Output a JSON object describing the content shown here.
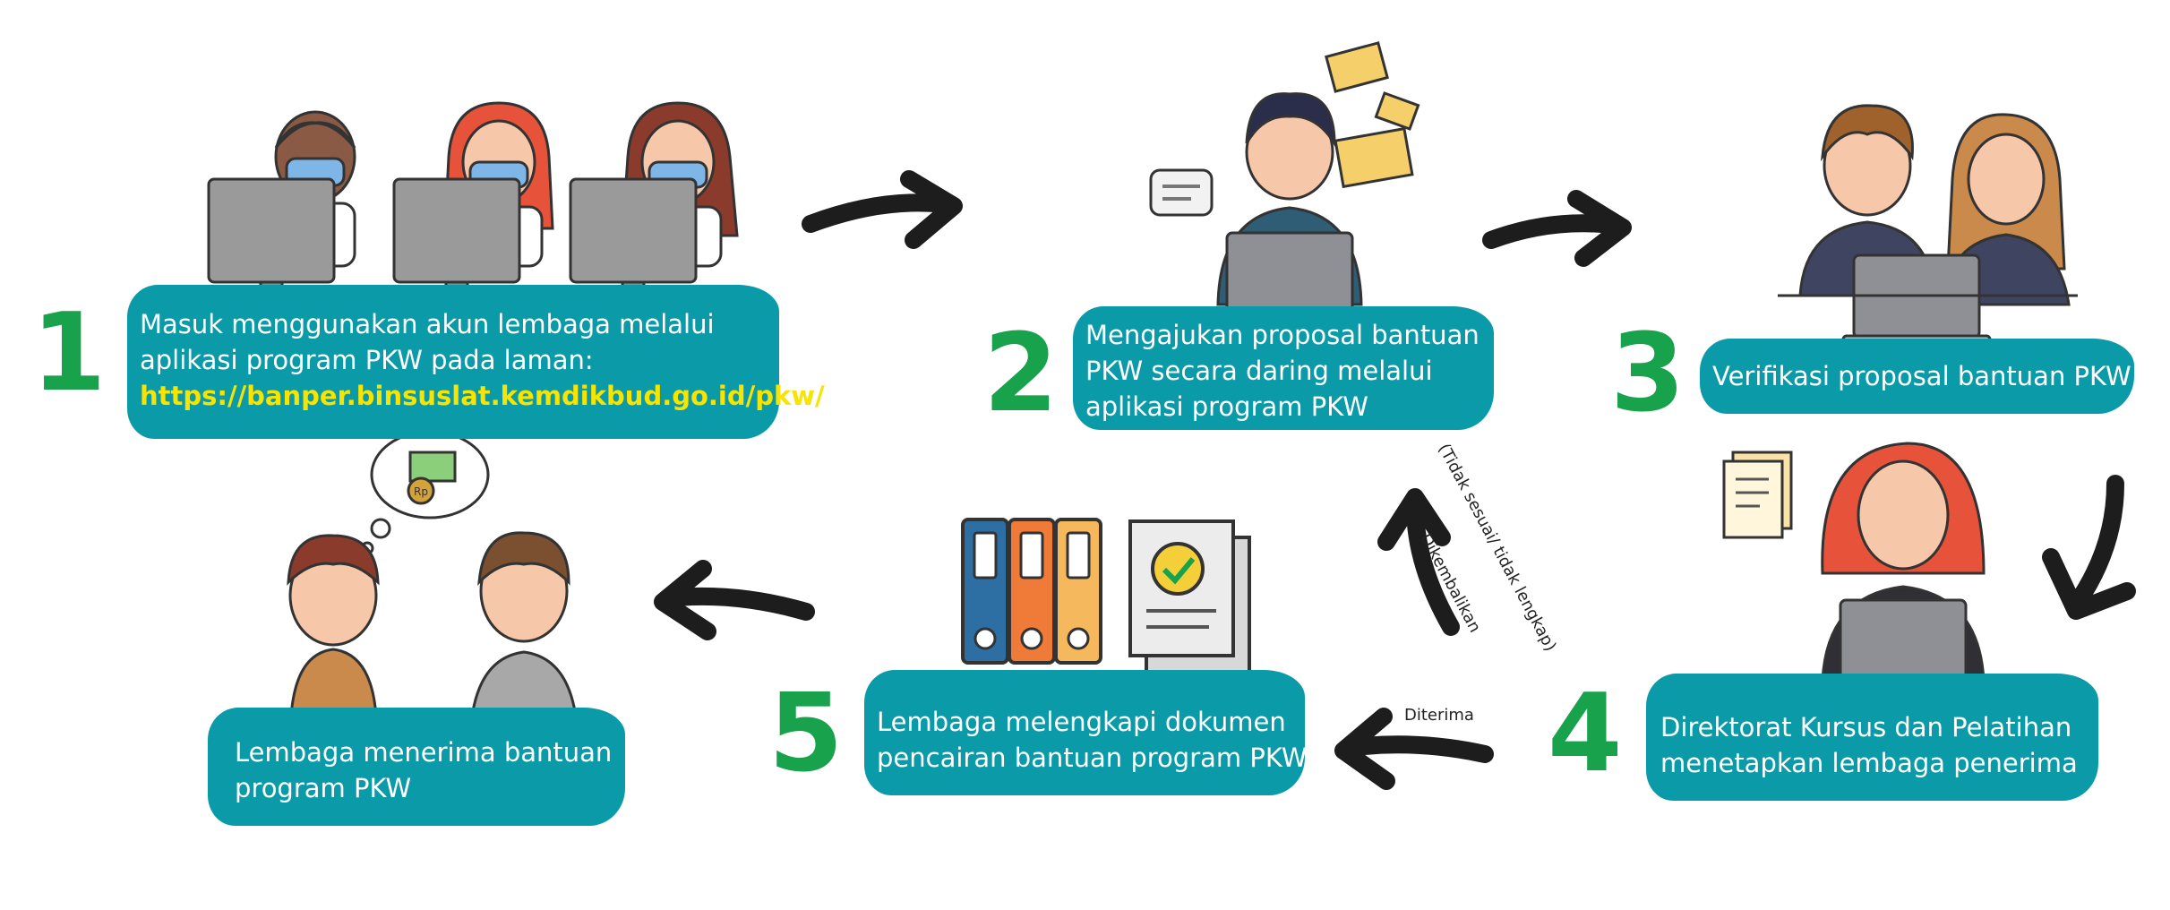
{
  "steps": [
    {
      "number": "1",
      "lines": [
        "Masuk menggunakan akun lembaga melalui",
        "aplikasi program PKW pada laman:"
      ],
      "url": "https://banper.binsuslat.kemdikbud.go.id/pkw/"
    },
    {
      "number": "2",
      "lines": [
        "Mengajukan proposal bantuan",
        "PKW secara daring melalui",
        "aplikasi program PKW"
      ]
    },
    {
      "number": "3",
      "lines": [
        "Verifikasi proposal bantuan PKW"
      ]
    },
    {
      "number": "4",
      "lines": [
        "Direktorat Kursus dan Pelatihan",
        "menetapkan lembaga penerima"
      ]
    },
    {
      "number": "5",
      "lines": [
        "Lembaga melengkapi dokumen",
        "pencairan bantuan program PKW"
      ]
    },
    {
      "number": "",
      "lines": [
        "Lembaga menerima bantuan",
        "program PKW"
      ]
    }
  ],
  "labels": {
    "returned": "Dikembalikan",
    "returned_reason": "(Tidak sesuai/ tidak lengkap)",
    "accepted": "Diterima"
  },
  "icons": {
    "thought_bubble": "Rp"
  },
  "colors": {
    "box": "#0b9aa8",
    "number": "#17a24b",
    "url": "#f7e400",
    "arrow": "#1d1d1d"
  }
}
